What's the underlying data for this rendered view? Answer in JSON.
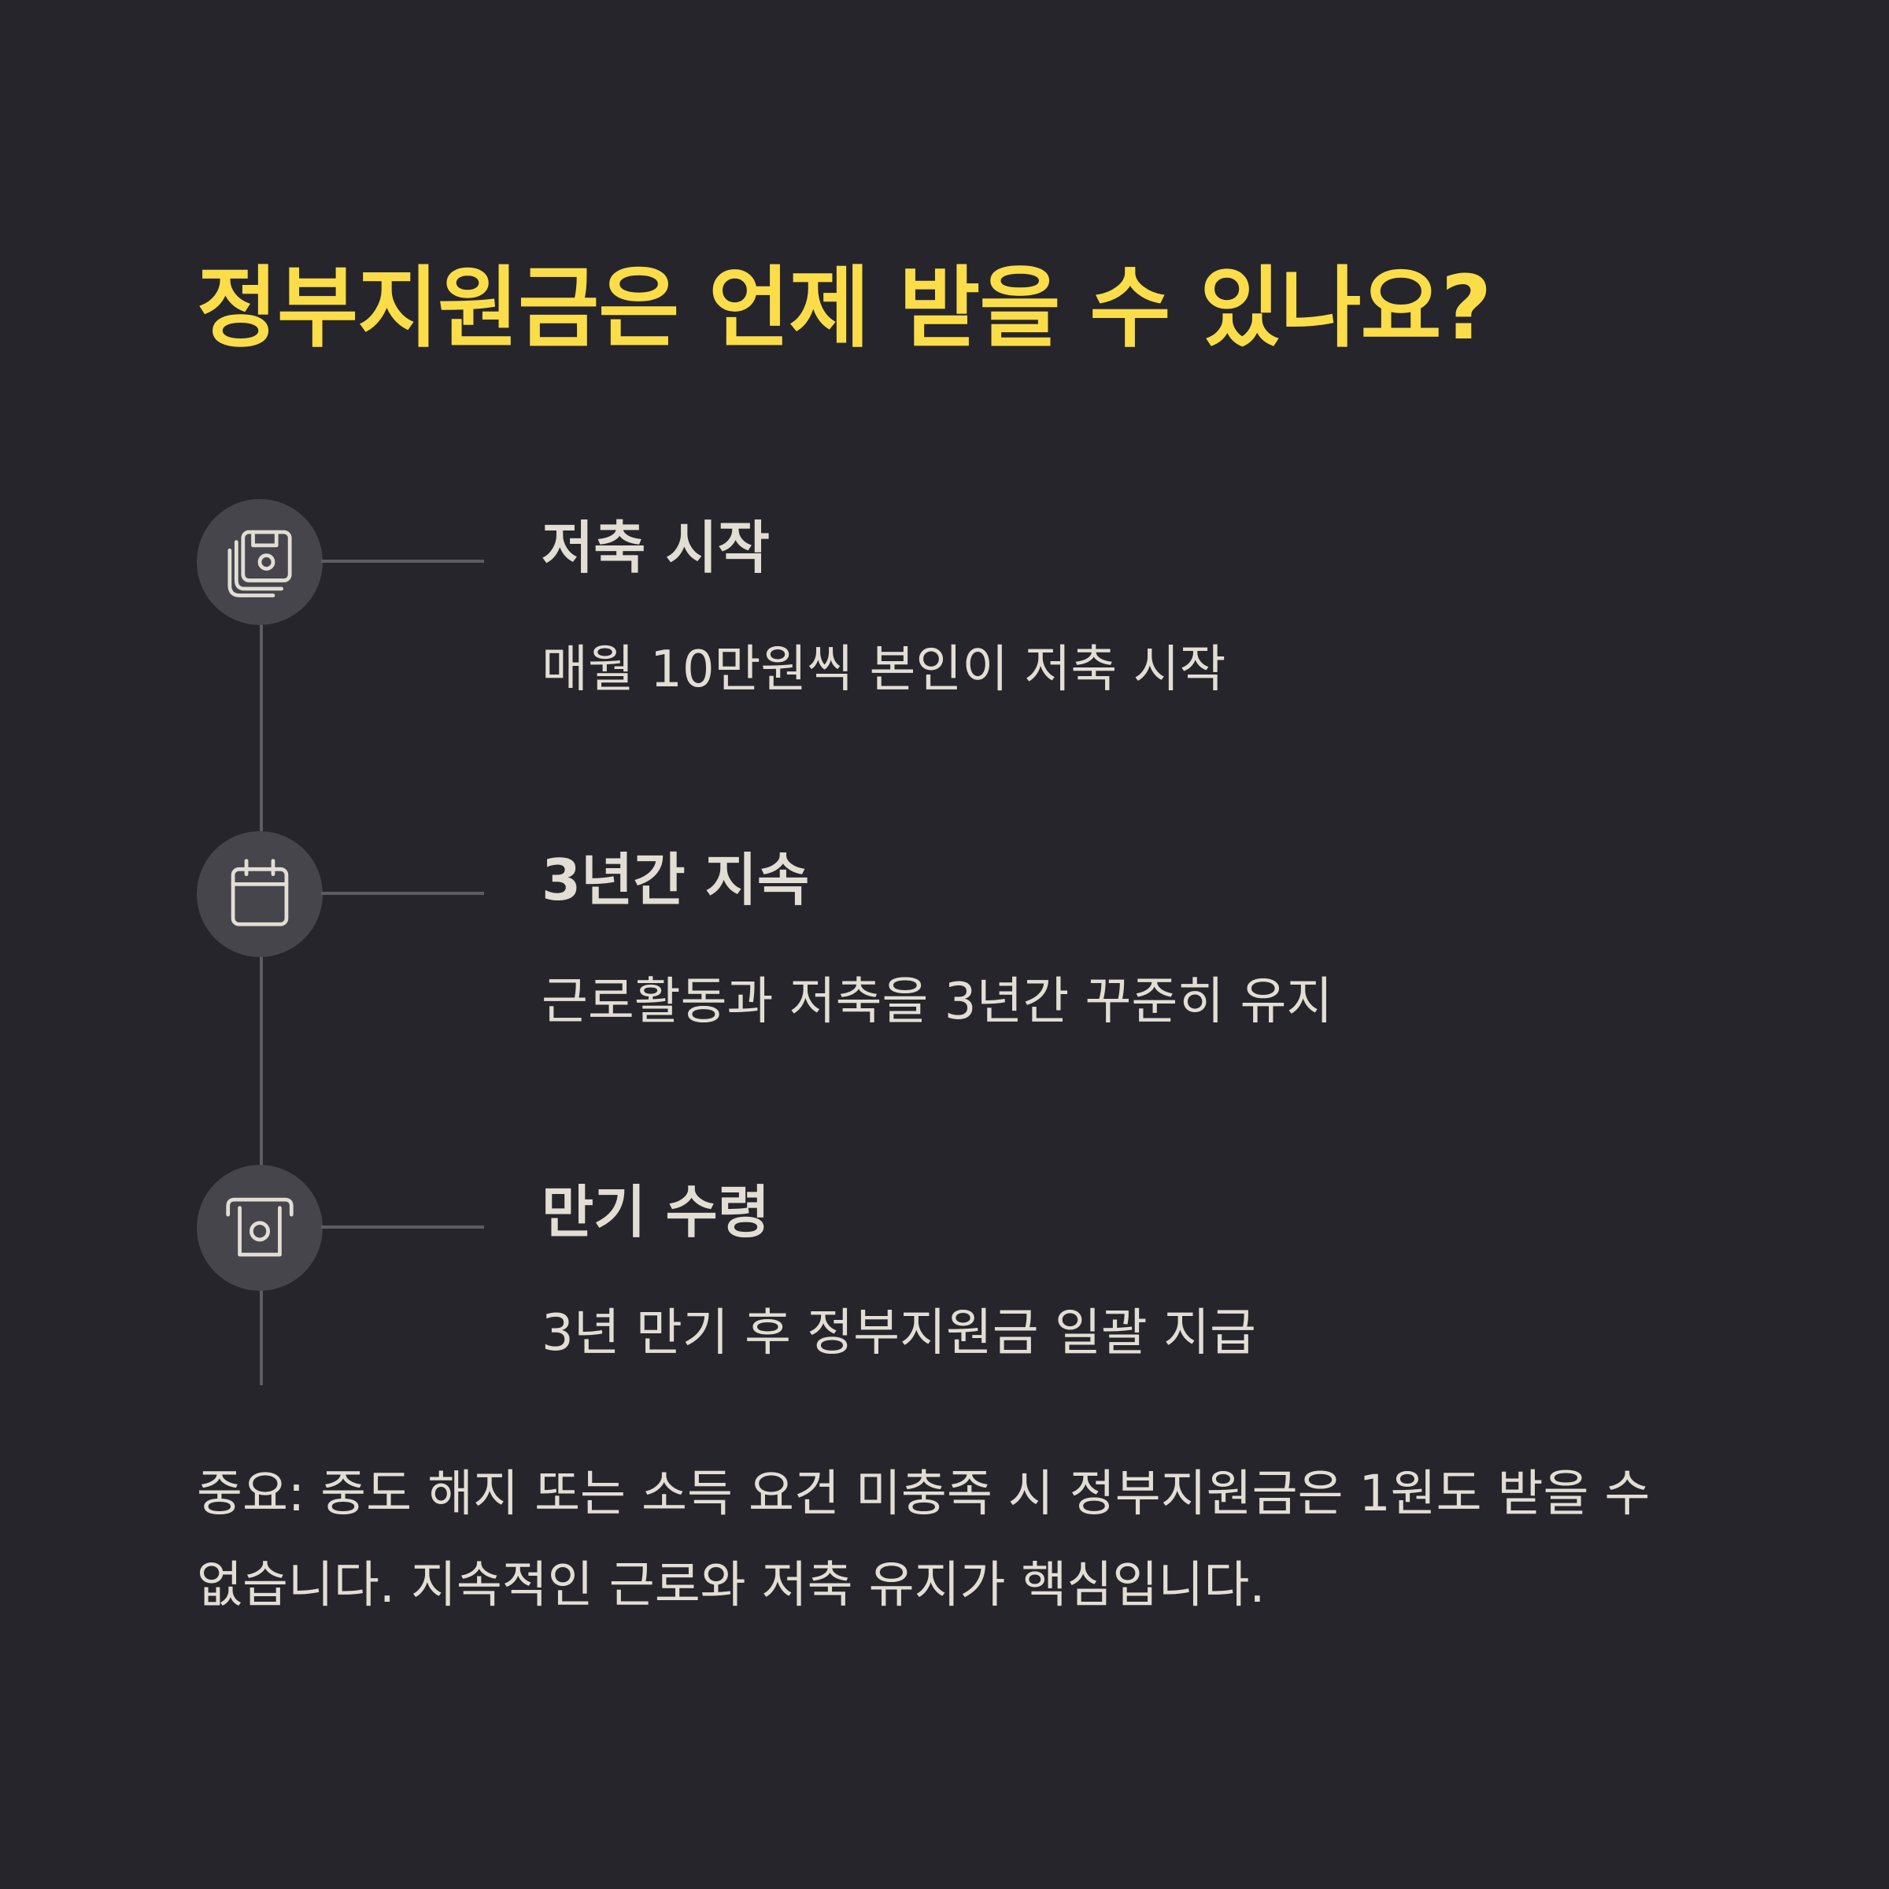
{
  "title": "정부지원금은 언제 받을 수 있나요?",
  "colors": {
    "background": "#26252b",
    "title": "#fbdd4a",
    "text": "#e2ded4",
    "icon_circle": "#46454c",
    "connector": "#5d5c63"
  },
  "steps": [
    {
      "icon": "savings-icon",
      "title": "저축 시작",
      "description": "매월 10만원씩 본인이 저축 시작"
    },
    {
      "icon": "calendar-icon",
      "title": "3년간 지속",
      "description": "근로활동과 저축을 3년간 꾸준히 유지"
    },
    {
      "icon": "cash-receive-icon",
      "title": "만기 수령",
      "description": "3년 만기 후 정부지원금 일괄 지급"
    }
  ],
  "note": "중요: 중도 해지 또는 소득 요건 미충족 시 정부지원금은 1원도 받을 수 없습니다. 지속적인 근로와 저축 유지가 핵심입니다."
}
